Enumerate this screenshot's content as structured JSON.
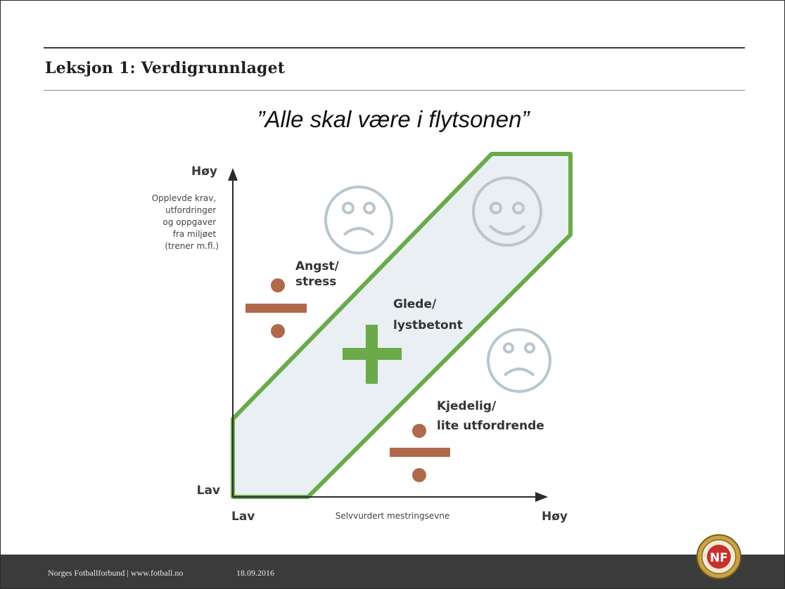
{
  "header": {
    "title": "Leksjon 1: Verdigrunnlaget"
  },
  "quote": "”Alle skal være i flytsonen”",
  "diagram": {
    "y_axis": {
      "high": "Høy",
      "low": "Lav",
      "label_lines": [
        "Opplevde krav,",
        "utfordringer",
        "og oppgaver",
        "fra miljøet",
        "(trener m.fl.)"
      ]
    },
    "x_axis": {
      "low": "Lav",
      "label": "Selvvurdert mestringsevne",
      "high": "Høy"
    },
    "zones": {
      "anxiety": [
        "Angst/",
        "stress"
      ],
      "flow": [
        "Glede/",
        "lystbetont"
      ],
      "boredom": [
        "Kjedelig/",
        "lite utfordrende"
      ]
    },
    "colors": {
      "band_fill": "#e9eff2",
      "band_stroke": "#6aaa4a",
      "plus": "#6aaa4a",
      "minus": "#b0694a",
      "face": "#b9c6cd",
      "axis": "#2a2a2a"
    }
  },
  "footer": {
    "org": "Norges Fotballforbund | www.fotball.no",
    "date": "18.09.2016"
  },
  "logo": {
    "initials": "NF"
  }
}
